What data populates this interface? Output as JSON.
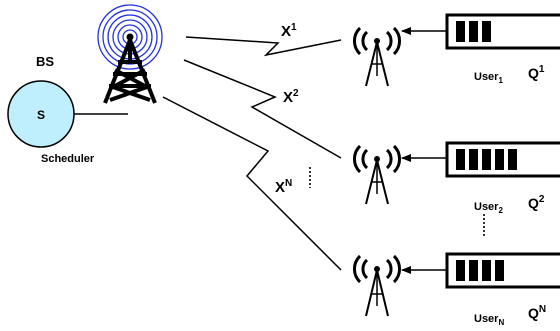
{
  "base_station": {
    "label": "BS",
    "scheduler_symbol": "S",
    "scheduler_label": "Scheduler"
  },
  "links": [
    {
      "symbol": "X",
      "index": "1"
    },
    {
      "symbol": "X",
      "index": "2"
    },
    {
      "symbol": "X",
      "index": "N"
    }
  ],
  "users": [
    {
      "name": "User",
      "index": "1",
      "queue_symbol": "Q",
      "queue_index": "1",
      "queued_packets": 3
    },
    {
      "name": "User",
      "index": "2",
      "queue_symbol": "Q",
      "queue_index": "2",
      "queued_packets": 5
    },
    {
      "name": "User",
      "index": "N",
      "queue_symbol": "Q",
      "queue_index": "N",
      "queued_packets": 4
    }
  ],
  "colors": {
    "scheduler_fill": "#bfeffd",
    "signal_waves": "#2233dd",
    "packets": "#000000",
    "lines": "#000000"
  }
}
